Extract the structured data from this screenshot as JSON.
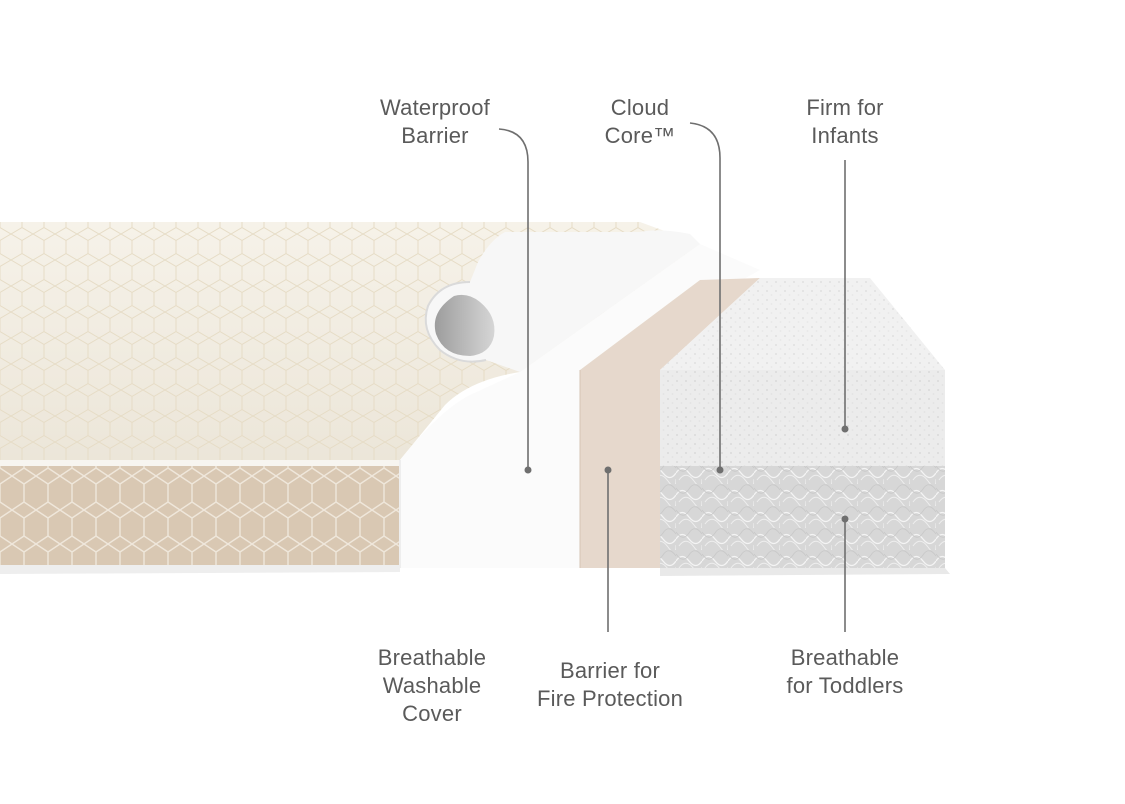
{
  "labels": {
    "waterproof_barrier": [
      "Waterproof",
      "Barrier"
    ],
    "cloud_core": [
      "Cloud",
      "Core™"
    ],
    "firm_for_infants": [
      "Firm for",
      "Infants"
    ],
    "breathable_washable_cover": [
      "Breathable",
      "Washable",
      "Cover"
    ],
    "barrier_fire_protection": [
      "Barrier for",
      "Fire Protection"
    ],
    "breathable_for_toddlers": [
      "Breathable",
      "for Toddlers"
    ]
  },
  "colors": {
    "text": "#5a5a5a",
    "leader_line": "#6f6f6f",
    "cover_top": "#f3efe6",
    "cover_side": "#d9c8b3",
    "waterproof_layer": "#fbfbfb",
    "fire_barrier": "#e6d8cc",
    "firm_foam": "#ececec",
    "breathable_core": "#dcdcdc"
  }
}
